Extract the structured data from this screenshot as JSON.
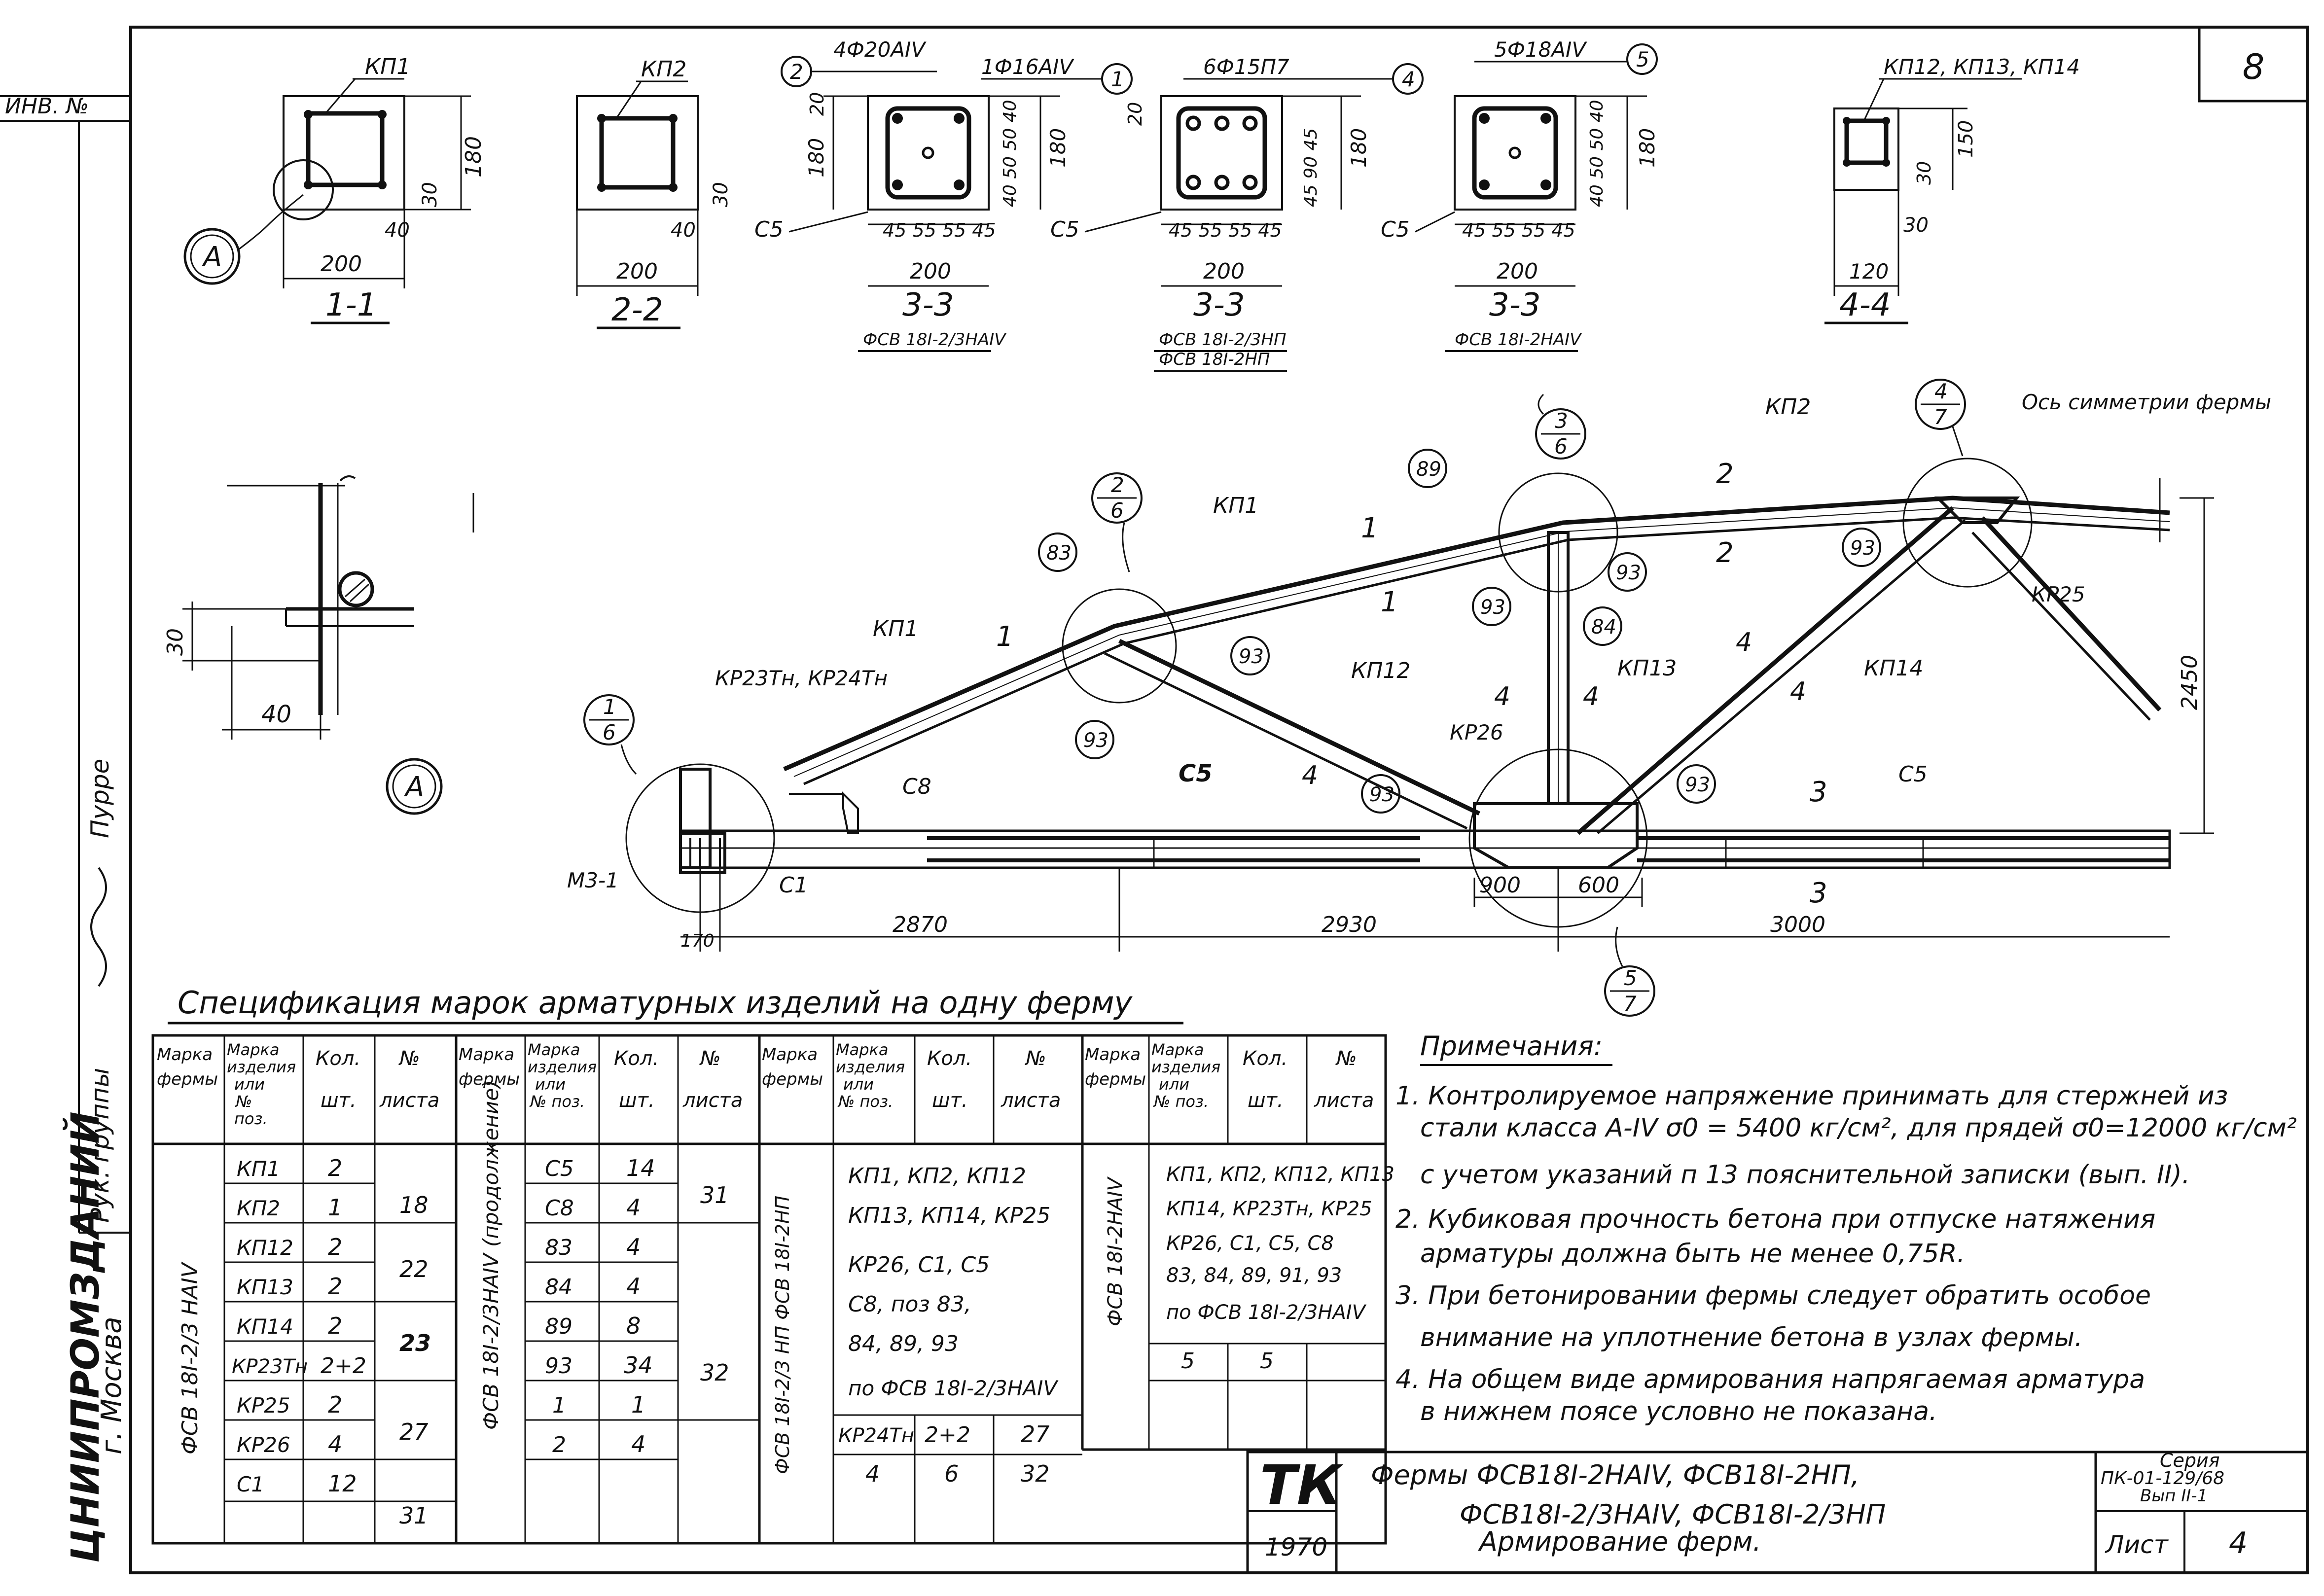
{
  "sheet_number": "8",
  "left_margin": {
    "inv_label": "ИНВ. №",
    "role_label": "Рук. группы",
    "signer": "Пурре",
    "org": "ЦНИИПРОМЗДАНИЙ",
    "city": "г. Москва"
  },
  "sections": {
    "s11": {
      "mark": "КП1",
      "dims": [
        "180",
        "30",
        "40",
        "200"
      ],
      "title": "1-1",
      "callout": "А"
    },
    "s22": {
      "mark": "КП2",
      "dims": [
        "30",
        "40",
        "200"
      ],
      "title": "2-2"
    },
    "s33a": {
      "top_left": "4Ф20АIV",
      "top_right": "1Ф16АIV",
      "num_left": "2",
      "num_right": "1",
      "left_dims": [
        "20",
        "180"
      ],
      "right_dims": [
        "40",
        "50",
        "50",
        "40",
        "180"
      ],
      "bottom_dims": [
        "45",
        "55",
        "55",
        "45"
      ],
      "c": "С5",
      "width": "200",
      "title": "3-3",
      "subtitle": "ФСВ 18I-2/3НАIV"
    },
    "s33b": {
      "top": "6Ф15П7",
      "num": "4",
      "left_dims": [
        "20"
      ],
      "right_dims": [
        "45",
        "90",
        "45",
        "180"
      ],
      "bottom_dims": [
        "45",
        "55",
        "55",
        "45"
      ],
      "c": "С5",
      "width": "200",
      "title": "3-3",
      "subtitle1": "ФСВ 18I-2/3НП",
      "subtitle2": "ФСВ 18I-2НП"
    },
    "s33c": {
      "top": "5Ф18АIV",
      "num": "5",
      "right_dims": [
        "40",
        "50",
        "50",
        "40",
        "180"
      ],
      "bottom_dims": [
        "45",
        "55",
        "55",
        "45"
      ],
      "c": "С5",
      "width": "200",
      "title": "3-3",
      "subtitle": "ФСВ 18I-2НАIV"
    },
    "s44": {
      "mark": "КП12, КП13, КП14",
      "dims": [
        "150",
        "30",
        "30",
        "120"
      ],
      "title": "4-4"
    }
  },
  "detail_a": {
    "dim_v": "30",
    "dim_h": "40",
    "label": "А"
  },
  "truss": {
    "marks": [
      "КП1",
      "КП1",
      "КП2",
      "КП12",
      "КП13",
      "КП14",
      "КР23Тн, КР24Тн",
      "КР26",
      "КР25",
      "С8",
      "С5",
      "С5",
      "С1",
      "М3-1",
      "Ось симметрии фермы"
    ],
    "pos": [
      "83",
      "93",
      "93",
      "93",
      "89",
      "93",
      "93",
      "84",
      "93",
      "93"
    ],
    "nodes": [
      {
        "top": "1",
        "bottom": "6"
      },
      {
        "top": "2",
        "bottom": "6"
      },
      {
        "top": "3",
        "bottom": "6"
      },
      {
        "top": "4",
        "bottom": "7"
      },
      {
        "top": "5",
        "bottom": "7"
      }
    ],
    "section_marks": [
      "1",
      "1",
      "1",
      "2",
      "2",
      "3",
      "3",
      "4",
      "4",
      "4",
      "4",
      "4"
    ],
    "dims": {
      "d170": "170",
      "d2870": "2870",
      "d2930": "2930",
      "d3000": "3000",
      "d900": "900",
      "d600": "600",
      "h2450": "2450"
    }
  },
  "spec": {
    "title": "Спецификация марок арматурных изделий на одну ферму",
    "head": {
      "mark": "Марка фермы",
      "item": "Марка изделия или № поз.",
      "qty": "Кол. шт.",
      "sheet": "№ листа"
    },
    "block1": {
      "farm": "ФСВ 18I-2/3 НАIV",
      "rows": [
        [
          "КП1",
          "2"
        ],
        [
          "КП2",
          "1"
        ],
        [
          "КП12",
          "2"
        ],
        [
          "КП13",
          "2"
        ],
        [
          "КП14",
          "2"
        ],
        [
          "КР23Тн",
          "2+2"
        ],
        [
          "КР25",
          "2"
        ],
        [
          "КР26",
          "4"
        ],
        [
          "С1",
          "12"
        ]
      ],
      "sheets": [
        "18",
        "22",
        "23",
        "27",
        "31"
      ]
    },
    "block2": {
      "farm": "ФСВ 18I-2/3НАIV (продолжение)",
      "rows": [
        [
          "С5",
          "14"
        ],
        [
          "С8",
          "4"
        ],
        [
          "83",
          "4"
        ],
        [
          "84",
          "4"
        ],
        [
          "89",
          "8"
        ],
        [
          "93",
          "34"
        ],
        [
          "1",
          "1"
        ],
        [
          "2",
          "4"
        ]
      ],
      "sheets": [
        "31",
        "32"
      ]
    },
    "block3": {
      "farm": "ФСВ 18I-2/3 НП ФСВ 18I-2НП",
      "lines": [
        "КП1, КП2, КП12",
        "КП13, КП14, КР25",
        "КР26, С1, С5",
        "С8, поз 83,",
        "84, 89, 93",
        "по ФСВ 18I-2/3НАIV"
      ],
      "row": [
        "КР24Тн",
        "2+2",
        "27"
      ],
      "row2": [
        "4",
        "6",
        "32"
      ]
    },
    "block4": {
      "farm": "ФСВ 18I-2НАIV",
      "lines": [
        "КП1, КП2, КП12, КП13",
        "КП14, КР23Тн, КР25",
        "КР26, С1, С5, С8",
        "83, 84, 89, 91, 93",
        "по ФСВ 18I-2/3НАIV"
      ],
      "row": [
        "5",
        "5"
      ]
    }
  },
  "notes": {
    "title": "Примечания:",
    "items": [
      "1. Контролируемое напряжение принимать для стержней из",
      "стали класса А-IV σ0 = 5400 кг/см², для прядей σ0=12000 кг/см²",
      "с учетом указаний п 13 пояснительной записки (вып. II).",
      "2. Кубиковая прочность бетона при отпуске натяжения",
      "арматуры должна быть не менее 0,75R.",
      "3. При бетонировании фермы следует обратить особое",
      "внимание на уплотнение бетона в узлах фермы.",
      "4. На общем виде армирования напрягаемая арматура",
      "в нижнем поясе условно не показана."
    ]
  },
  "stamp": {
    "tk": "ТК",
    "year": "1970",
    "title1": "Фермы ФСВ18I-2НАIV, ФСВ18I-2НП,",
    "title2": "ФСВ18I-2/3НАIV, ФСВ18I-2/3НП",
    "title3": "Армирование ферм.",
    "series_label": "Серия",
    "series": "ПК-01-129/68",
    "issue": "Вып II-1",
    "sheet_label": "Лист",
    "sheet": "4"
  }
}
